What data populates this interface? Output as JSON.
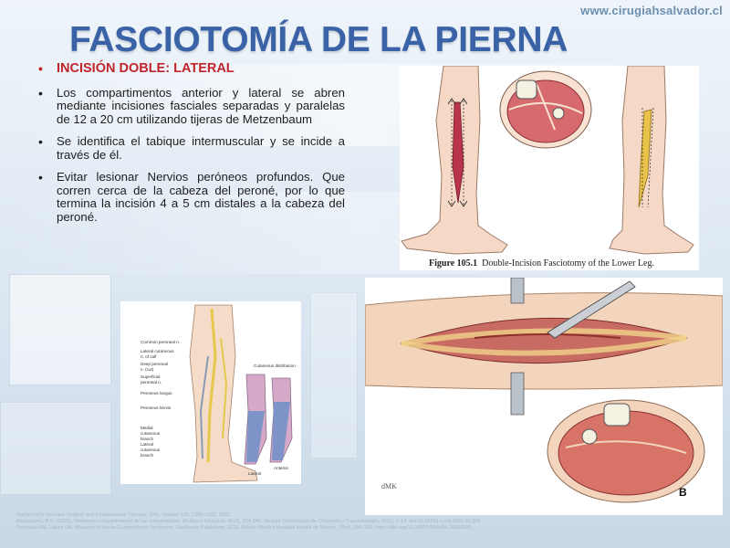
{
  "site": "www.cirugiahsalvador.cl",
  "title": "FASCIOTOMÍA DE LA PIERNA",
  "bullets": {
    "heading": "INCISIÓN DOBLE: LATERAL",
    "b1": "Los compartimentos anterior y lateral se abren mediante incisiones fasciales separadas y paralelas de 12 a 20 cm utilizando tijeras de Metzenbaum",
    "b2": "Se identifica el tabique intermuscular y se incide a través de él.",
    "b3": "Evitar lesionar Nervios peróneos profundos. Que corren cerca de la cabeza del peroné, por lo que termina la incisión 4 a 5 cm distales a la cabeza del peroné."
  },
  "figure1": {
    "number": "Figure 105.1",
    "caption": "Double-Incision Fasciotomy of the Lower Leg."
  },
  "figure2": {
    "label": "B",
    "signature": "dMK"
  },
  "figure3": {
    "labels": {
      "common": "Common peroneal n.",
      "lateral_cut": "Lateral cutaneous",
      "lateral_cut2": "n. of calf",
      "deep": "Deep peroneal",
      "deep2": "n. (cut)",
      "superficial": "Superficial",
      "superficial2": "peroneal n.",
      "longus": "Peroneus longus",
      "brevis": "Peroneus brevis",
      "medial": "Medial",
      "medial2": "cutaneous",
      "medial3": "branch",
      "lateral_b": "Lateral",
      "lateral_b2": "cutaneous",
      "lateral_b3": "branch",
      "distribution": "Cutaneous distribution",
      "anterior": "Anterior",
      "lateral": "Lateral"
    }
  },
  "references": [
    "Rutherford's Vascular Surgery and Endovascular Therapy, 10th, chapter 105, 1385-1392, 2022",
    "Alaezquero, R.E. (2021). Síndrome compartimental de las extremidades. Medicina Intensiva, 45(4), 234-240. Revista Colombiana de Ortopedia y Traumatología, 35(1), 1-14. doi:10.1016/j.rccot.2021.01.005",
    "Torlincasi AM, Lopez RA, Waseem M. Acute Compartment Syndrome. StatPearls Publishing; 2023. Boletín Médico Hospital Infantil de México, 78(4), 284-292. https://doi.org/10.24875/BMHIM.20000205"
  ],
  "colors": {
    "title": "#3a62a6",
    "heading": "#c0252b",
    "site": "#6d8fb0"
  }
}
